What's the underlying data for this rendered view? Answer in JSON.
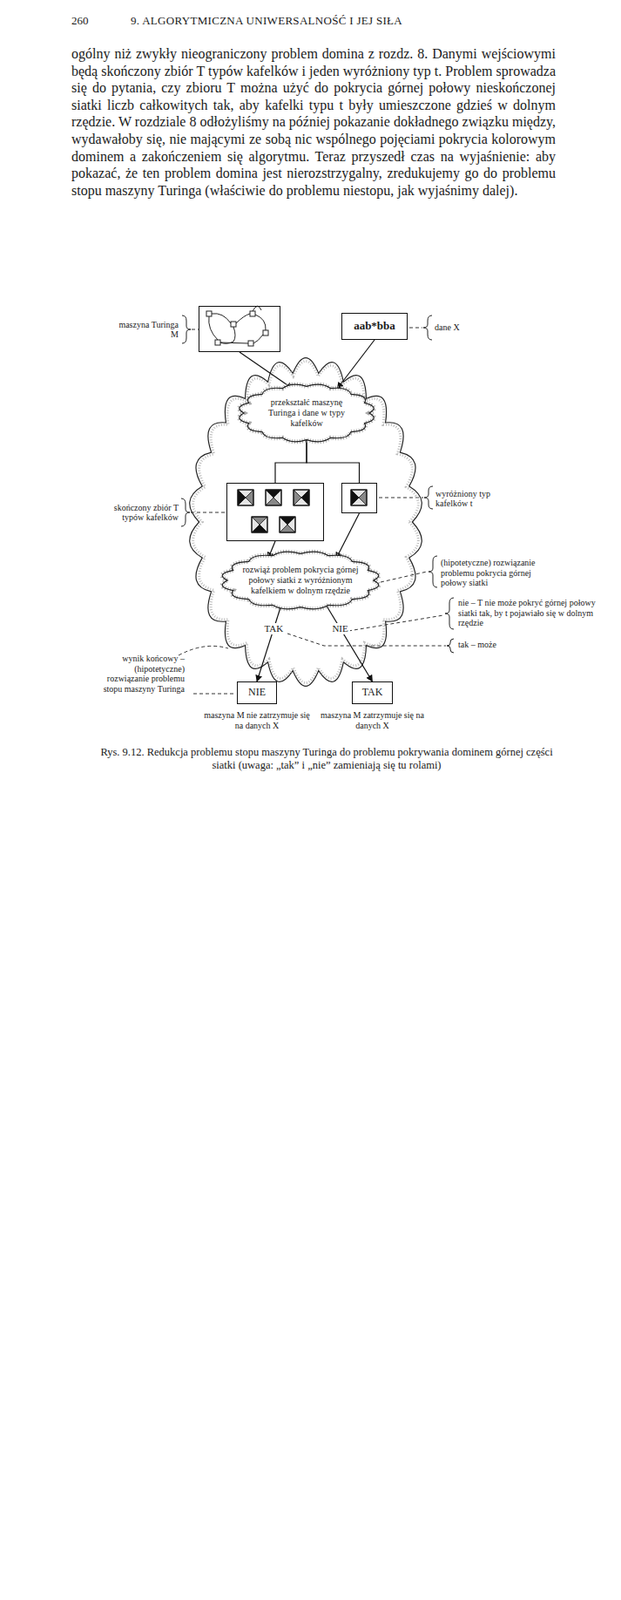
{
  "diagram": {
    "caption": "Rys. 9.12. Redukcja problemu stopu maszyny Turinga do problemu pokrywania dominem górnej części siatki (uwaga: „tak” i „nie” zamieniają się tu rolami)",
    "nodes": [
      {
        "text": [
          "maszyna Turinga M"
        ]
      },
      {
        "text": [
          "aab*bba",
          "dane X"
        ]
      },
      {
        "text": [
          "przekształć maszynę Turinga i dane w typy kafelków"
        ]
      },
      {
        "text": [
          "skończony zbiór T typów kafelków"
        ]
      },
      {
        "text": [
          "wyróżniony typ kafelków t"
        ]
      },
      {
        "text": [
          "rozwiąż problem pokrycia górnej połowy siatki z wyróżnionym kafelkiem w dolnym rzędzie"
        ]
      },
      {
        "text": [
          "NIE",
          "maszyna M nie zatrzymuje się na danych X"
        ]
      },
      {
        "text": [
          "TAK",
          "maszyna M zatrzymuje się na danych X"
        ]
      }
    ],
    "edges": [
      {
        "from": 0,
        "to": 2,
        "arrow": "to"
      },
      {
        "from": 1,
        "to": 2,
        "arrow": "to"
      },
      {
        "from": 2,
        "to": 3,
        "arrow": "none"
      },
      {
        "from": 2,
        "to": 4,
        "arrow": "none"
      },
      {
        "from": 3,
        "to": 5,
        "arrow": "to"
      },
      {
        "from": 4,
        "to": 5,
        "arrow": "to"
      },
      {
        "from": 5,
        "to": 6,
        "label": "TAK",
        "arrow": "to"
      },
      {
        "from": 5,
        "to": 7,
        "label": "NIE",
        "arrow": "to"
      }
    ],
    "labels": [
      "260",
      "9. ALGORYTMICZNA UNIWERSALNOŚĆ I JEJ SIŁA",
      "ogólny niż zwykły nieograniczony problem domina z rozdz. 8. Danymi wejściowymi będą skończony zbiór T typów kafelków i jeden wyróżniony typ t. Problem sprowadza się do pytania, czy zbioru T można użyć do pokrycia górnej połowy nieskończonej siatki liczb całkowitych tak, aby kafelki typu t były umieszczone gdzieś w dolnym rzędzie. W rozdziale 8 odłożyliśmy na później pokazanie dokładnego związku między, wydawałoby się, nie mającymi ze sobą nic wspólnego pojęciami pokrycia kolorowym dominem a zakończeniem się algorytmu. Teraz przyszedł czas na wyjaśnienie: aby pokazać, że ten problem domina jest nierozstrzygalny, zredukujemy go do problemu stopu maszyny Turinga (właściwie do problemu niestopu, jak wyjaśnimy dalej).",
      "(hipotetyczne) rozwiązanie problemu pokrycia górnej połowy siatki",
      "nie – T nie może pokryć górnej połowy siatki tak, by t pojawiało się w dolnym rzędzie",
      "tak – może",
      "wynik końcowy – (hipotetyczne) rozwiązanie problemu stopu maszyny Turinga"
    ]
  }
}
